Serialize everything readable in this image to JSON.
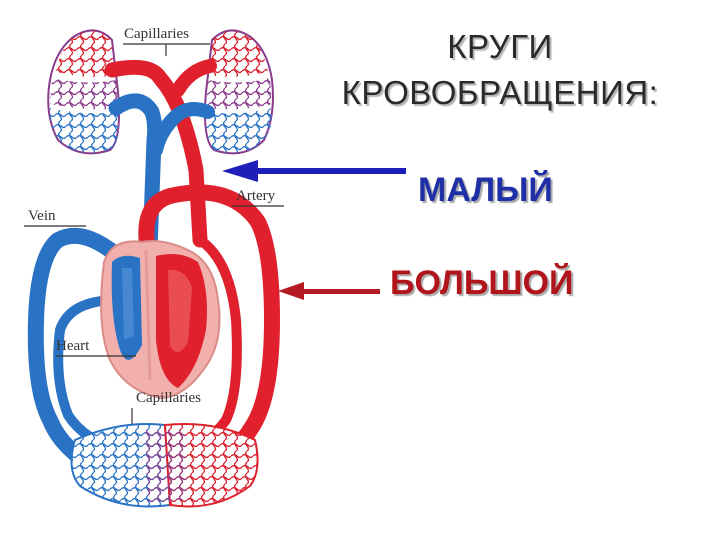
{
  "title": {
    "line1": "КРУГИ",
    "line2": "КРОВОБРАЩЕНИЯ:"
  },
  "circles": {
    "small": "МАЛЫЙ",
    "big": "БОЛЬШОЙ"
  },
  "diagram_labels": {
    "capillaries_top": "Capillaries",
    "artery": "Artery",
    "vein": "Vein",
    "heart": "Heart",
    "capillaries_bottom": "Capillaries"
  },
  "colors": {
    "arterial": "#e0202c",
    "venous": "#2a72c4",
    "heart_wall": "#f2b0ac",
    "arrow_small": "#1d1fb8",
    "arrow_big": "#b51a22",
    "small_label": "#1f2fa8",
    "big_label": "#b2141c"
  }
}
